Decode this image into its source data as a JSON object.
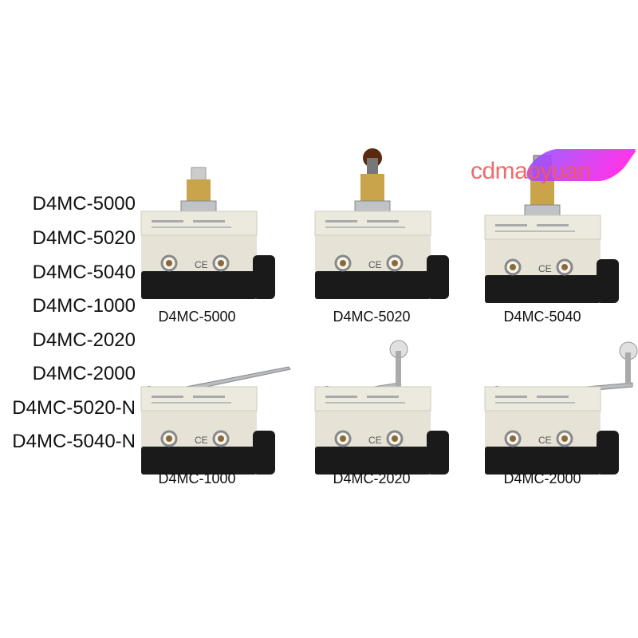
{
  "models": [
    "D4MC-5000",
    "D4MC-5020",
    "D4MC-5040",
    "D4MC-1000",
    "D4MC-2020",
    "D4MC-2000",
    "D4MC-5020-N",
    "D4MC-5040-N"
  ],
  "products": [
    {
      "caption": "D4MC-5000",
      "actuator": "plunger"
    },
    {
      "caption": "D4MC-5020",
      "actuator": "roller-plunger-vertical"
    },
    {
      "caption": "D4MC-5040",
      "actuator": "roller-plunger-cross"
    },
    {
      "caption": "D4MC-1000",
      "actuator": "hinge-lever"
    },
    {
      "caption": "D4MC-2020",
      "actuator": "hinge-roller-lever"
    },
    {
      "caption": "D4MC-2000",
      "actuator": "roller-lever"
    }
  ],
  "watermark": "cdmaoyuan",
  "colors": {
    "body": "#e6e2d6",
    "base": "#1a1a1a",
    "brass": "#c9a44a",
    "watermark": "#f05a5a"
  }
}
